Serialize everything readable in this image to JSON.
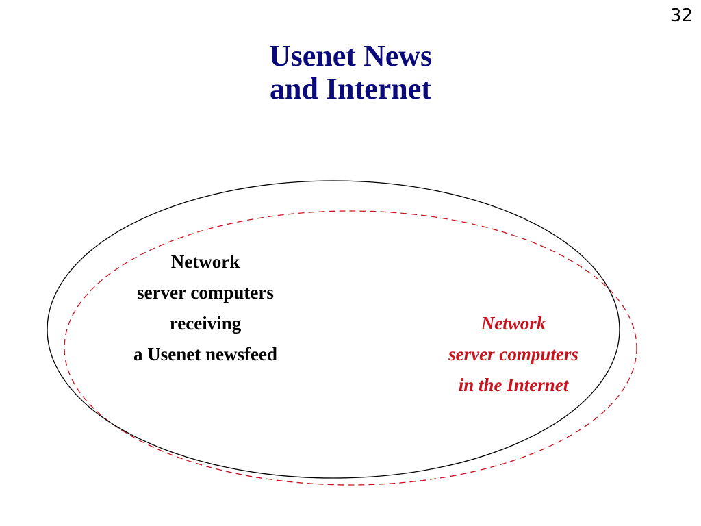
{
  "page_number": "32",
  "title": {
    "line1": "Usenet News",
    "line2": "and Internet"
  },
  "usenet_set": {
    "lines": [
      "Network",
      "server computers",
      "receiving",
      "a Usenet newsfeed"
    ],
    "stroke_color": "#000000",
    "stroke_style": "solid"
  },
  "internet_set": {
    "lines": [
      "Network",
      "server computers",
      "in the Internet"
    ],
    "stroke_color": "#c8141e",
    "stroke_style": "dashed"
  },
  "colors": {
    "title": "#0a0a7a",
    "usenet_label": "#000000",
    "internet_label": "#c8141e"
  }
}
